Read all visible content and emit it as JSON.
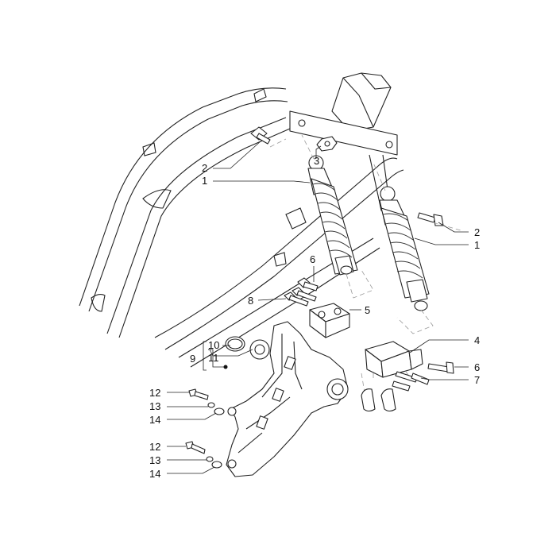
{
  "callouts": [
    {
      "id": "c2a",
      "text": "2"
    },
    {
      "id": "c1a",
      "text": "1"
    },
    {
      "id": "c3",
      "text": "3"
    },
    {
      "id": "c2b",
      "text": "2"
    },
    {
      "id": "c1b",
      "text": "1"
    },
    {
      "id": "c6a",
      "text": "6"
    },
    {
      "id": "c8",
      "text": "8"
    },
    {
      "id": "c5",
      "text": "5"
    },
    {
      "id": "c10",
      "text": "10"
    },
    {
      "id": "c9",
      "text": "9"
    },
    {
      "id": "c11",
      "text": "11"
    },
    {
      "id": "c4",
      "text": "4"
    },
    {
      "id": "c6b",
      "text": "6"
    },
    {
      "id": "c7",
      "text": "7"
    },
    {
      "id": "c12a",
      "text": "12"
    },
    {
      "id": "c13a",
      "text": "13"
    },
    {
      "id": "c14a",
      "text": "14"
    },
    {
      "id": "c12b",
      "text": "12"
    },
    {
      "id": "c13b",
      "text": "13"
    },
    {
      "id": "c14b",
      "text": "14"
    }
  ]
}
